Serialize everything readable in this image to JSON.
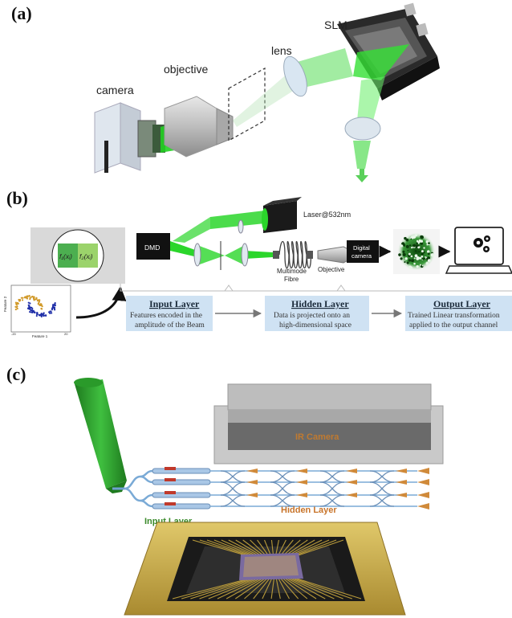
{
  "panels": {
    "a": {
      "label": "(a)",
      "camera": "camera",
      "objective": "objective",
      "lens": "lens",
      "slm": "SLM"
    },
    "b": {
      "label": "(b)",
      "f1": "f₁(xᵢ)",
      "f2": "f₂(xᵢ)",
      "dmd": "DMD",
      "laser": "Laser@532nm",
      "fibre_line1": "Multimode",
      "fibre_line2": "Fibre",
      "objective": "Objective",
      "camera_line1": "Digital",
      "camera_line2": "camera",
      "input_title": "Input Layer",
      "input_line1": "Features encoded in the",
      "input_line2": "amplitude of the Beam",
      "hidden_title": "Hidden Layer",
      "hidden_line1": "Data is projected onto an",
      "hidden_line2": "high-dimensional space",
      "output_title": "Output Layer",
      "output_line1": "Trained Linear transformation",
      "output_line2": "applied to the output channel",
      "scatter_ylabel": "Feature 2",
      "scatter_xlabel": "Feature 1",
      "scatter_tick_left": "-20",
      "scatter_tick_right": "20"
    },
    "c": {
      "label": "(c)",
      "ir_camera": "IR Camera",
      "input_layer": "Input Layer",
      "hidden_layer": "Hidden Layer"
    }
  },
  "colors": {
    "laser_green": "#2bd62b",
    "dark_green": "#1f8f1f",
    "box_blue": "#cfe2f3",
    "gold": "#c9a94a",
    "orange_text": "#c8742a",
    "green_text": "#3a8a2a"
  }
}
